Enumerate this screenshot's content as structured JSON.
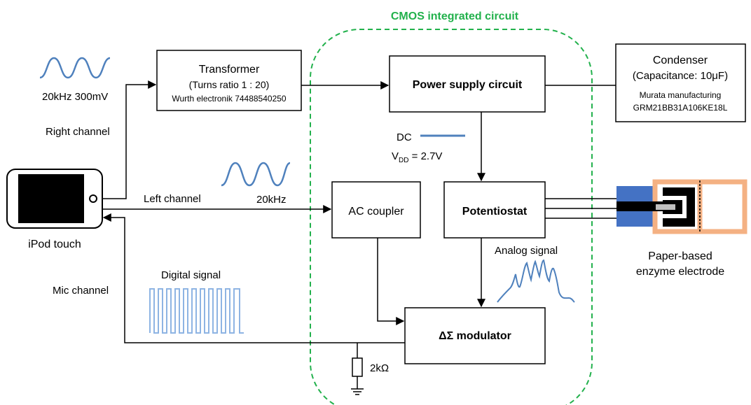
{
  "cmos": {
    "title": "CMOS integrated circuit"
  },
  "signals": {
    "wave_left_label": "20kHz 300mV",
    "wave_mid_label": "20kHz",
    "right_channel": "Right channel",
    "left_channel": "Left channel",
    "mic_channel": "Mic channel",
    "digital_signal": "Digital signal",
    "analog_signal": "Analog signal",
    "dc_label": "DC",
    "vdd_v": "V",
    "vdd_sub": "DD",
    "vdd_value": " = 2.7V"
  },
  "blocks": {
    "transformer": {
      "title": "Transformer",
      "ratio": "(Turns ratio 1 : 20)",
      "part": "Wurth electronik 74488540250"
    },
    "power_supply": {
      "label": "Power supply circuit"
    },
    "condenser": {
      "title": "Condenser",
      "capacitance": "(Capacitance: 10μF)",
      "maker": "Murata manufacturing",
      "part": "GRM21BB31A106KE18L"
    },
    "ac_coupler": {
      "label": "AC coupler"
    },
    "potentiostat": {
      "label": "Potentiostat"
    },
    "modulator": {
      "label": "ΔΣ modulator"
    }
  },
  "resistor": {
    "label": "2kΩ"
  },
  "device": {
    "label": "iPod touch"
  },
  "electrode": {
    "line1": "Paper-based",
    "line2": "enzyme electrode"
  },
  "colors": {
    "cmos_boundary": "#22b14c",
    "signal_blue": "#4f81bd",
    "digital_blue": "#8eb4e3",
    "electrode_frame": "#f4b183",
    "electrode_contact": "#4472c4",
    "electrode_trace": "#bfbfbf"
  }
}
